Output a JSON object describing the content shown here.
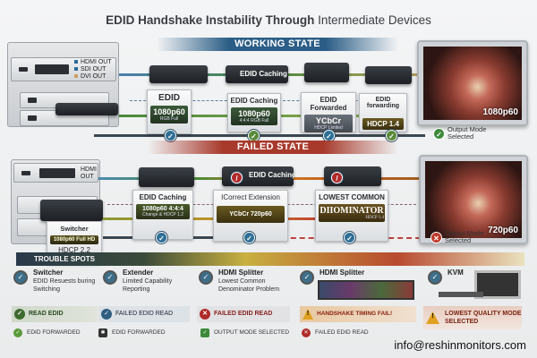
{
  "title": {
    "bold": "EDID Handshake Instability Through",
    "rest": "Intermediate Devices"
  },
  "working": {
    "banner": "WORKING STATE",
    "source_outputs": [
      "HDMI OUT",
      "SDI OUT",
      "DVI OUT"
    ],
    "devices": [
      "",
      "EDID Caching",
      "",
      ""
    ],
    "cards": [
      {
        "title": "EDID",
        "value": "1080p60",
        "sub": "RGB Full"
      },
      {
        "title": "EDID Caching",
        "value": "1080p60",
        "sub": "4:4:4 RGB Full"
      },
      {
        "title": "EDID Forwarded",
        "value": "YCbCr",
        "sub": "HDCP Limited"
      },
      {
        "title": "EDID forwarding",
        "value": "HDCP 1.4",
        "sub": ""
      }
    ],
    "monitor_label": "1080p60",
    "result": "Output Mode Selected"
  },
  "failed": {
    "banner": "FAILED STATE",
    "source_outputs": [
      "HDMI OUT"
    ],
    "devices": [
      "",
      "EDID Caching",
      ""
    ],
    "cards": [
      {
        "title": "EDID Caching",
        "value": "1080p60 4:4:4",
        "sub": "Change & HDCP 1.2"
      },
      {
        "title": "ICorrect Extension",
        "value": "YCbCr 720p60",
        "sub": ""
      },
      {
        "title": "LOWEST COMMON",
        "value": "DIIOMINATOR",
        "sub": "HDCP 1.4"
      }
    ],
    "switcher": {
      "title": "Switcher",
      "value": "1080p60 Full HD",
      "hdcp": "HDCP 2.2"
    },
    "monitor_label": "720p60",
    "result": "Output Mode Selected"
  },
  "trouble": {
    "banner": "TROUBLE SPOTS",
    "columns": [
      {
        "title": "Switcher",
        "desc": "EDID Resuests buring Switching",
        "status": "READ EDID",
        "status_color": "#3d6b2e",
        "footer": "EDID FORWARDED"
      },
      {
        "title": "Extender",
        "desc": "Limited Capability Reporting",
        "status": "FAILED EDID READ",
        "status_color": "#2f5f80",
        "footer": "EDID FORWARDED"
      },
      {
        "title": "HDMI Splitter",
        "desc": "Lowest Common Denominator Problem",
        "status": "FAILED EDID READ",
        "status_color": "#b02a2a",
        "footer": "OUTPUT MODE SELECTED"
      },
      {
        "title": "HDMI Splitter",
        "desc": "",
        "status": "HANDSHAKE TIMING FAIL!",
        "status_color": "#b8382a",
        "footer": "FAILED EDID READ"
      },
      {
        "title": "KVM",
        "desc": "",
        "status": "LOWEST QUALITY MODE SELECTED",
        "status_color": "#8a3020",
        "footer": ""
      }
    ]
  },
  "contact": "info@reshinmonitors.com",
  "colors": {
    "working": "#2b5d86",
    "failed": "#a83a2c",
    "ok": "#3d8a3a",
    "fail": "#c0392b"
  }
}
